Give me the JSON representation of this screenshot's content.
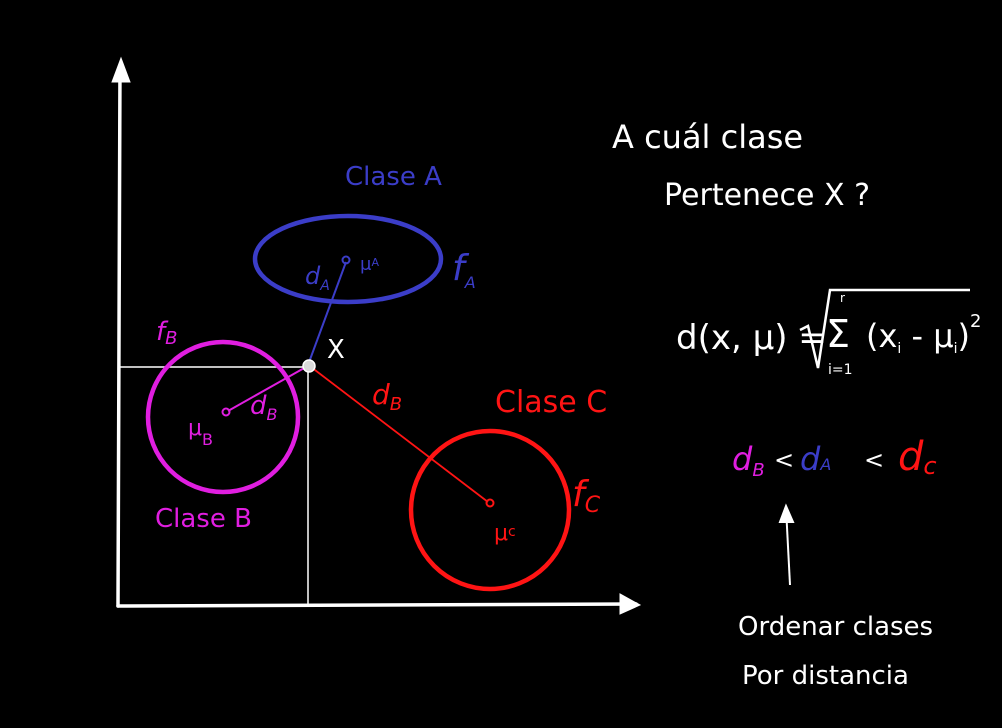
{
  "labels": {
    "clase_a": "Clase A",
    "clase_b": "Clase B",
    "clase_c": "Clase C",
    "f_a": "f",
    "f_a_sub": "A",
    "f_b": "f",
    "f_b_sub": "B",
    "f_c": "f",
    "f_c_sub": "C",
    "mu_a": "μ",
    "mu_a_sub": "A",
    "mu_b": "μ",
    "mu_b_sub": "B",
    "mu_c": "μ",
    "mu_c_sub": "c",
    "d_a": "d",
    "d_a_sub": "A",
    "d_b_inner": "d",
    "d_b_inner_sub": "B",
    "d_b": "d",
    "d_b_sub": "B",
    "point_x": "X"
  },
  "notes": {
    "question_line1": "A cuál clase",
    "question_line2": "Pertenece X ?",
    "formula_lhs": "d(x, μ) =",
    "formula_sum_top": "r",
    "formula_sum_bottom": "i=1",
    "formula_body": "(x",
    "formula_i1": "i",
    "formula_minus": " - μ",
    "formula_i2": "i",
    "formula_close": ")",
    "formula_exp": "2",
    "ineq_db": "d",
    "ineq_db_sub": "B",
    "ineq_lt1": "<",
    "ineq_da": "d",
    "ineq_da_sub": "A",
    "ineq_lt2": "<",
    "ineq_dc": "d",
    "ineq_dc_sub": "c",
    "order_line1": "Ordenar clases",
    "order_line2": "Por distancia"
  },
  "colors": {
    "background": "#000000",
    "ink": "#ffffff",
    "class_a": "#3b3dc8",
    "class_b": "#e01ee0",
    "class_c": "#ff1414"
  }
}
